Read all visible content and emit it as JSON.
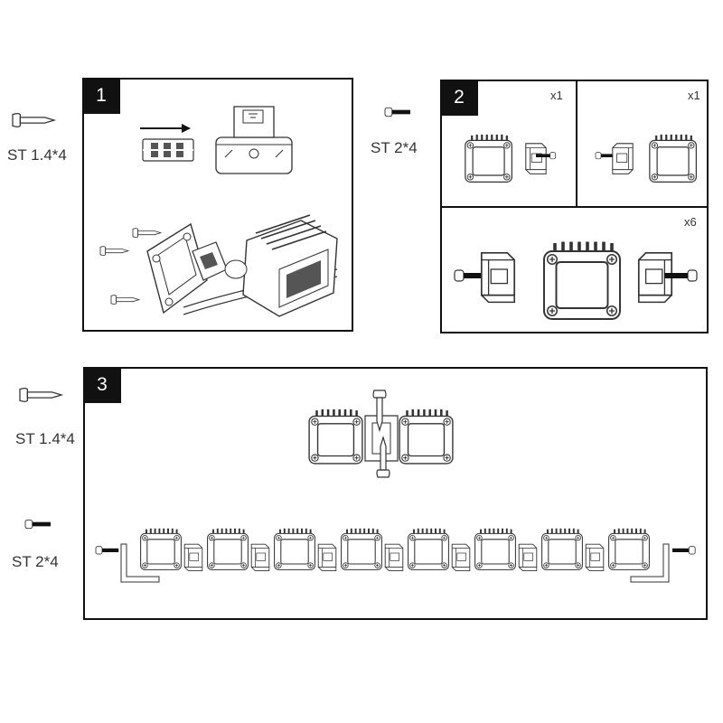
{
  "screws": {
    "a_label": "ST 1.4*4",
    "b_label": "ST 2*4"
  },
  "steps": [
    {
      "number": "1"
    },
    {
      "number": "2",
      "quantities": [
        "x1",
        "x1",
        "x6"
      ]
    },
    {
      "number": "3"
    }
  ],
  "icons": [
    "phillips-screw-icon",
    "hex-socket-screw-icon",
    "arrow-right-icon"
  ]
}
